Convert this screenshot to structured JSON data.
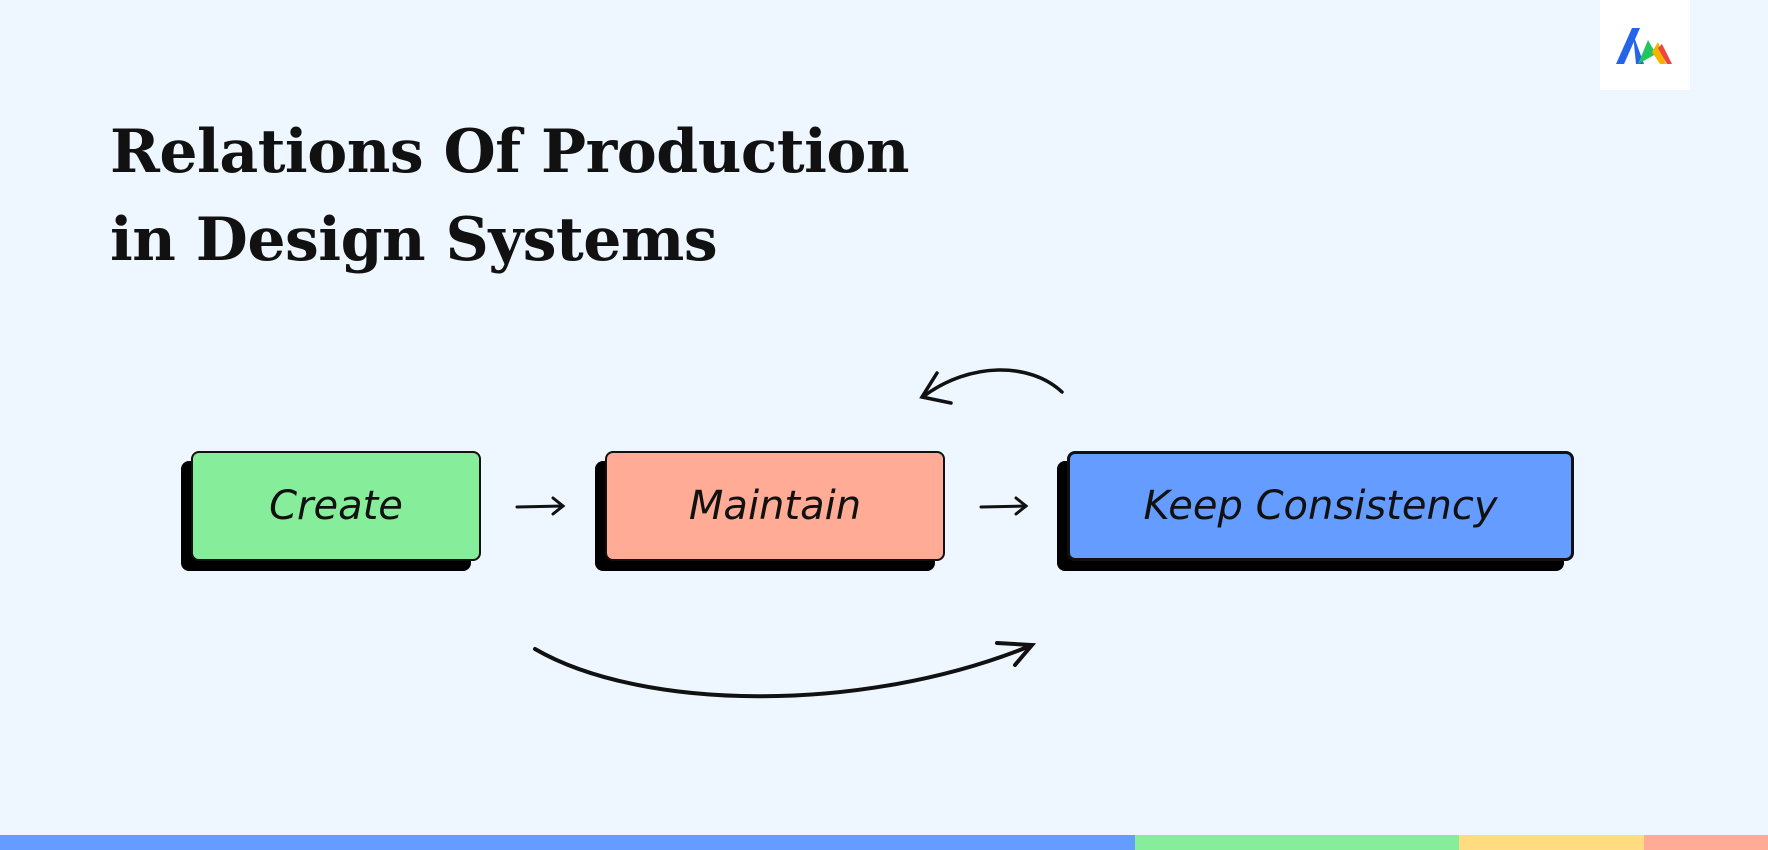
{
  "title": {
    "line1": "Relations Of Production",
    "line2": "in Design Systems"
  },
  "nodes": [
    {
      "id": "create",
      "label": "Create",
      "color": "#86ed9b"
    },
    {
      "id": "maintain",
      "label": "Maintain",
      "color": "#ffab95"
    },
    {
      "id": "keep-consistency",
      "label": "Keep Consistency",
      "color": "#659cff"
    }
  ],
  "edges": [
    {
      "from": "create",
      "to": "maintain",
      "style": "straight"
    },
    {
      "from": "maintain",
      "to": "keep-consistency",
      "style": "straight"
    },
    {
      "from": "keep-consistency",
      "to": "maintain",
      "style": "curved-over"
    },
    {
      "from": "create",
      "to": "keep-consistency",
      "style": "curved-under"
    }
  ],
  "logo": {
    "icon": "brand-logo-icon",
    "colors": [
      "#2563eb",
      "#22c55e",
      "#f5b400",
      "#ef4444"
    ]
  },
  "bottom_bar_colors": [
    "#659cff",
    "#86ed9b",
    "#ffdc7f",
    "#ffab95"
  ]
}
